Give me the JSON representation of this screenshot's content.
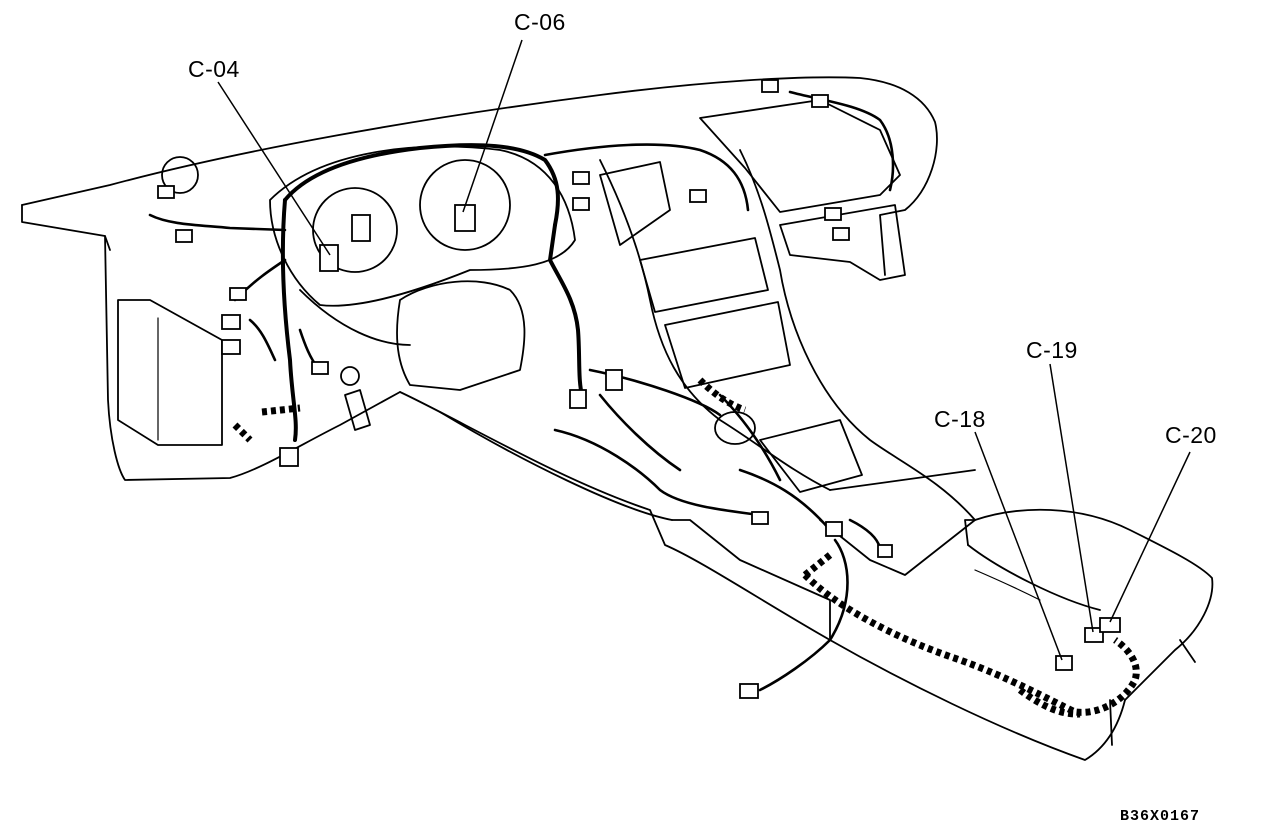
{
  "callouts": {
    "c04": "C-04",
    "c06": "C-06",
    "c18": "C-18",
    "c19": "C-19",
    "c20": "C-20"
  },
  "figure_code": "B36X0167"
}
